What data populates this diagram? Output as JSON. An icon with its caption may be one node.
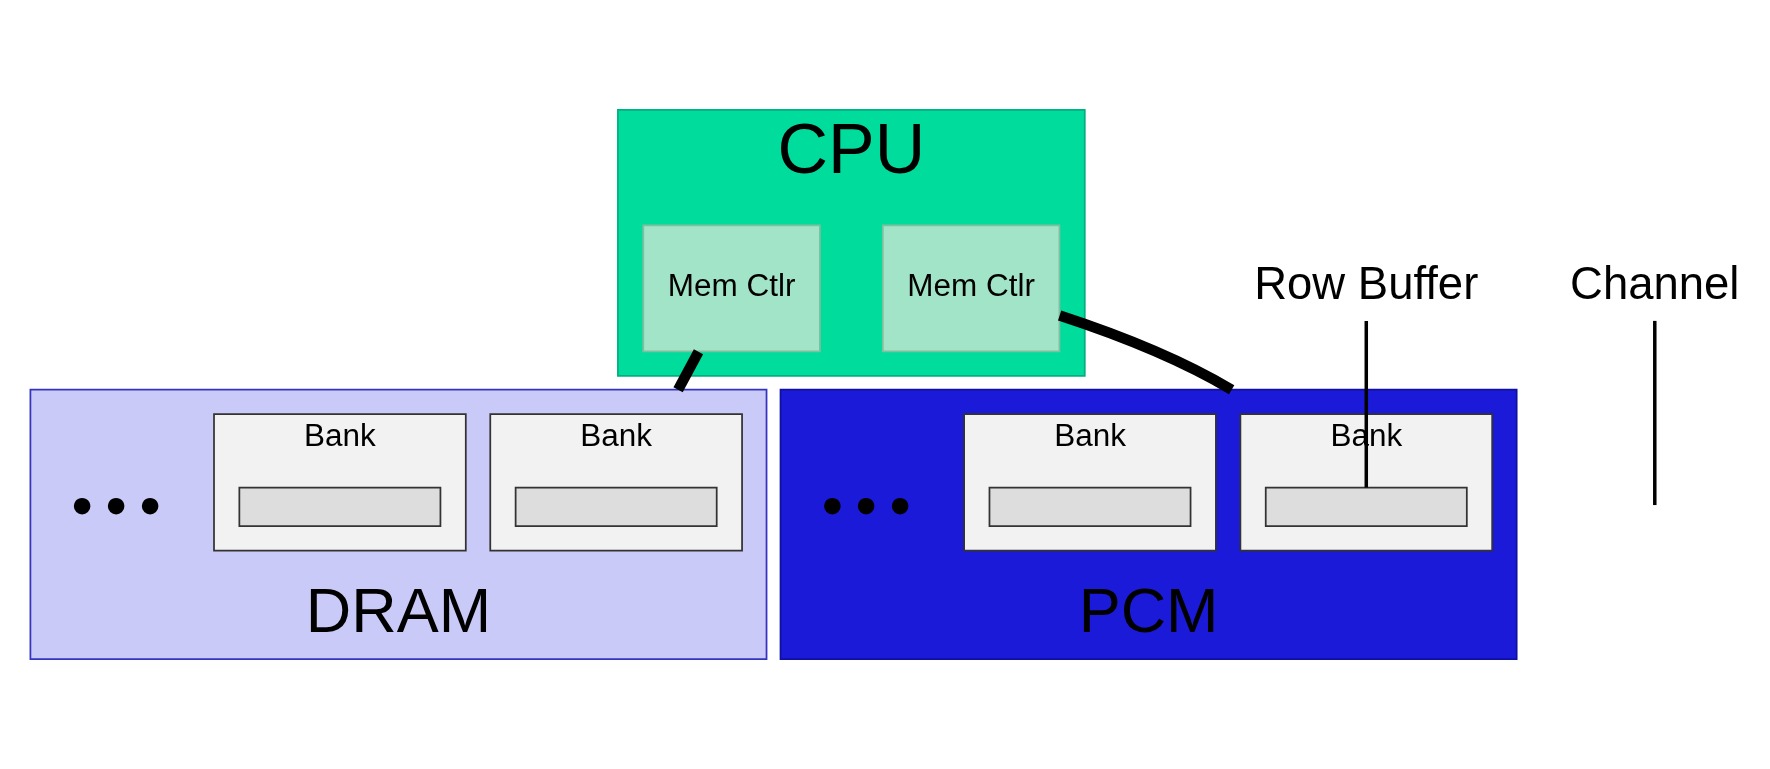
{
  "diagram": {
    "nodes": [
      {
        "text": [
          "CPU"
        ]
      },
      {
        "text": [
          "Mem Ctlr"
        ],
        "in": 0
      },
      {
        "text": [
          "Mem Ctlr"
        ],
        "in": 0
      },
      {
        "text": [
          "Channel"
        ]
      },
      {
        "text": [
          "Row Buffer"
        ]
      },
      {
        "text": [
          "DRAM"
        ]
      },
      {
        "text": [
          "Bank"
        ],
        "in": 5
      },
      {
        "text": [],
        "shape": "box",
        "in": 6
      },
      {
        "text": [
          "Bank"
        ],
        "in": 5
      },
      {
        "text": [],
        "shape": "box",
        "in": 8
      },
      {
        "text": [
          "PCM"
        ]
      },
      {
        "text": [
          "Bank"
        ],
        "in": 10
      },
      {
        "text": [],
        "shape": "box",
        "in": 11
      },
      {
        "text": [
          "Bank"
        ],
        "in": 10
      },
      {
        "text": [],
        "shape": "box",
        "in": 13
      }
    ],
    "edges": [
      {
        "from": 1,
        "to": 5,
        "arrow": "none",
        "style": "thick"
      },
      {
        "from": 2,
        "to": 10,
        "arrow": "none",
        "style": "thick"
      },
      {
        "from": 3,
        "to": null,
        "arrow": "none"
      },
      {
        "from": 4,
        "to": 12,
        "arrow": "none"
      }
    ],
    "labels": [
      "● ● ●",
      "● ● ●"
    ]
  }
}
